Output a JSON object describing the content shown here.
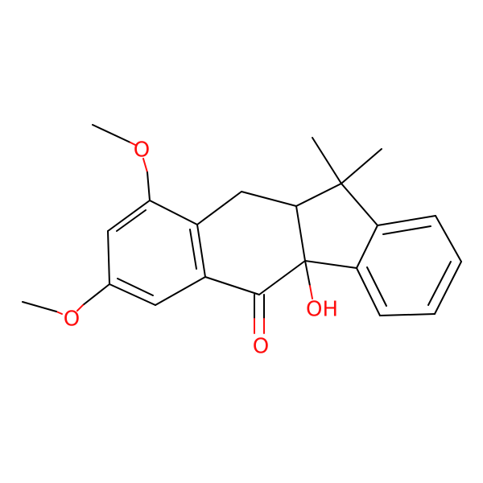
{
  "molecule": {
    "atom_labels": {
      "o_top": "O",
      "o_left": "O",
      "oh": "OH",
      "o_ketone": "O"
    },
    "colors": {
      "bond": "#000000",
      "heteroatom": "#ff0d0d",
      "background": "#ffffff"
    }
  }
}
